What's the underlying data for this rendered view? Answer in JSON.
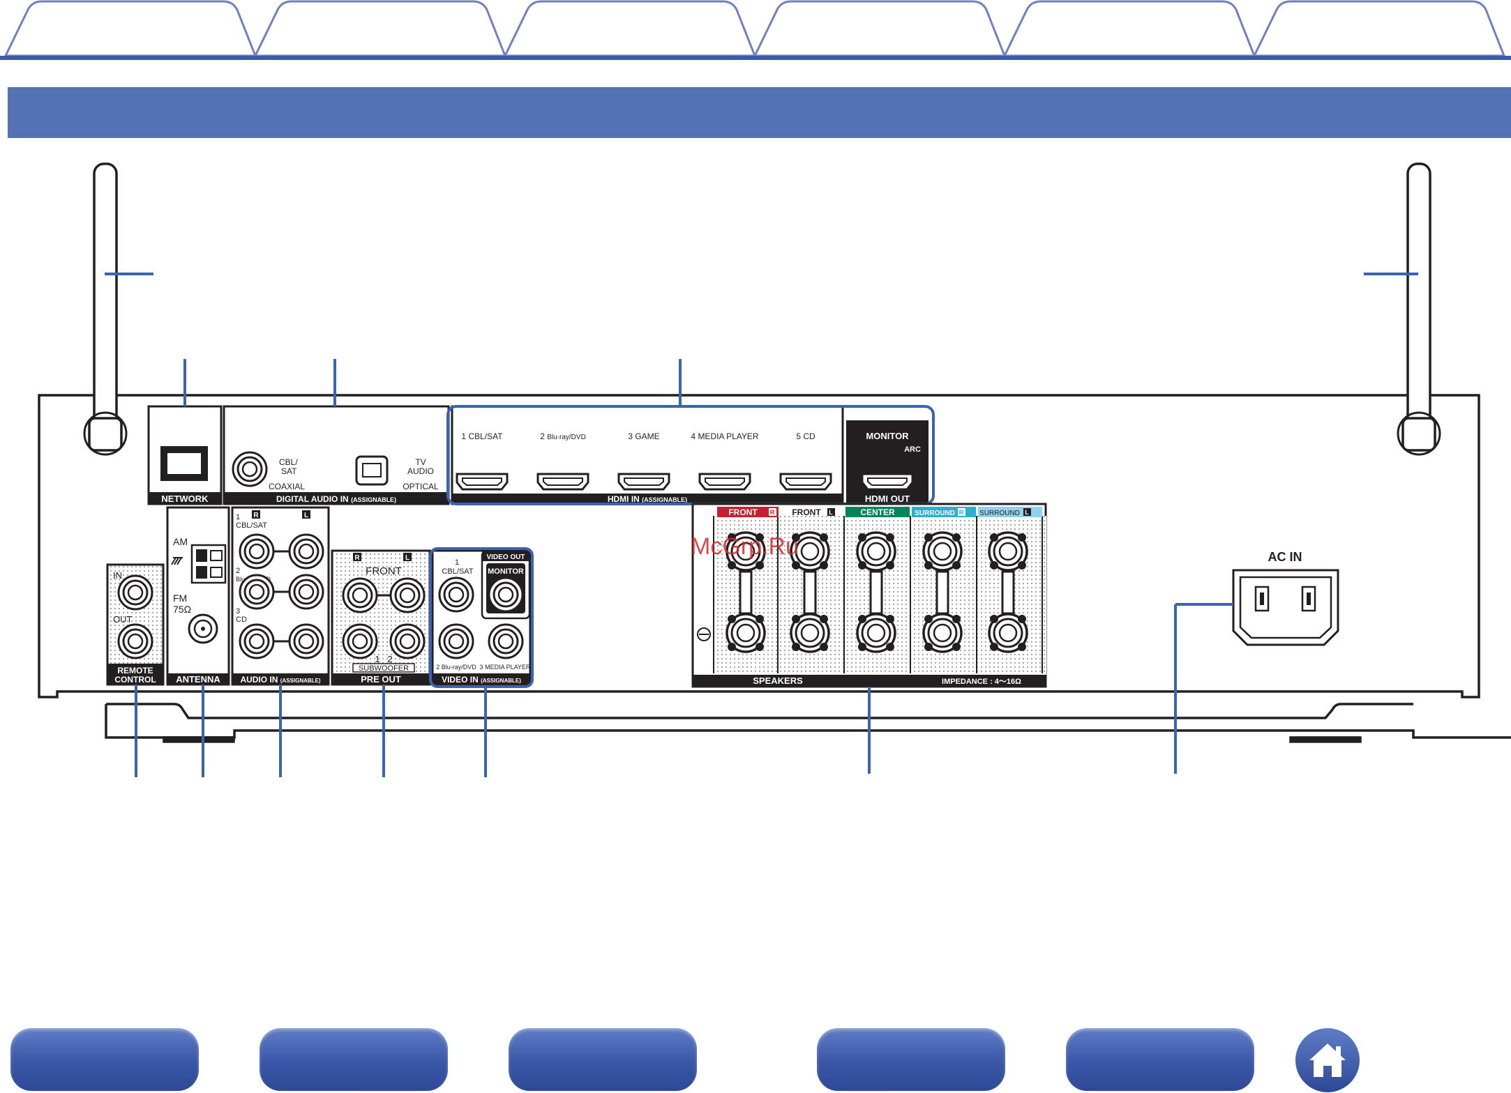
{
  "header": {
    "tabs": [
      "",
      "",
      "",
      "",
      "",
      ""
    ],
    "banner_title": ""
  },
  "panel": {
    "network": {
      "title": "NETWORK"
    },
    "digital_audio_in": {
      "title": "DIGITAL AUDIO IN",
      "title_note": "(ASSIGNABLE)",
      "coaxial_input_line1": "CBL/",
      "coaxial_input_line2": "SAT",
      "coaxial_label": "COAXIAL",
      "optical_input_line1": "TV",
      "optical_input_line2": "AUDIO",
      "optical_label": "OPTICAL"
    },
    "hdmi_in": {
      "title": "HDMI IN",
      "title_note": "(ASSIGNABLE)",
      "inputs": [
        {
          "number": "1",
          "name": "CBL/SAT"
        },
        {
          "number": "2",
          "name": "Blu-ray/DVD"
        },
        {
          "number": "3",
          "name": "GAME"
        },
        {
          "number": "4",
          "name": "MEDIA PLAYER"
        },
        {
          "number": "5",
          "name": "CD"
        }
      ]
    },
    "hdmi_out": {
      "title": "HDMI OUT",
      "monitor": "MONITOR",
      "arc": "ARC"
    },
    "remote_control": {
      "title_line1": "REMOTE",
      "title_line2": "CONTROL",
      "in_label": "IN",
      "out_label": "OUT"
    },
    "antenna": {
      "title": "ANTENNA",
      "am_label": "AM",
      "fm_label": "FM",
      "fm_impedance": "75Ω"
    },
    "audio_in": {
      "title": "AUDIO IN",
      "title_note": "(ASSIGNABLE)",
      "channel_r": "R",
      "channel_l": "L",
      "inputs": [
        {
          "number": "1",
          "name": "CBL/SAT"
        },
        {
          "number": "2",
          "name": "Blu-ray/DVD"
        },
        {
          "number": "3",
          "name": "CD"
        }
      ]
    },
    "pre_out": {
      "title": "PRE OUT",
      "channel_r": "R",
      "channel_l": "L",
      "front_label": "FRONT",
      "sub1": "1",
      "sub2": "2",
      "subwoofer_label": "SUBWOOFER"
    },
    "video_in": {
      "title": "VIDEO IN",
      "title_note": "(ASSIGNABLE)",
      "video_out": "VIDEO OUT",
      "monitor": "MONITOR",
      "inputs": [
        {
          "number": "1",
          "name": "CBL/SAT"
        },
        {
          "number": "2",
          "name": "Blu-ray/DVD"
        },
        {
          "number": "3",
          "name": "MEDIA PLAYER"
        }
      ]
    },
    "speakers": {
      "title": "SPEAKERS",
      "impedance": "IMPEDANCE : 4～16Ω",
      "channels": [
        {
          "name": "FRONT",
          "side": "R",
          "color": "#c8202f"
        },
        {
          "name": "FRONT",
          "side": "L",
          "color": "#ffffff"
        },
        {
          "name": "CENTER",
          "side": "",
          "color": "#00855a"
        },
        {
          "name": "SURROUND",
          "side": "R",
          "color": "#2eaed1"
        },
        {
          "name": "SURROUND",
          "side": "L",
          "color": "#8dd3ee"
        }
      ]
    },
    "ac_in": {
      "title": "AC IN"
    }
  },
  "watermark": "McGrp.Ru",
  "bottom_nav": {
    "buttons": [
      "",
      "",
      "",
      "",
      ""
    ],
    "home": "home"
  },
  "colors": {
    "accent": "#5672b6",
    "callout": "#3b63b3",
    "panel_black": "#231f20"
  }
}
